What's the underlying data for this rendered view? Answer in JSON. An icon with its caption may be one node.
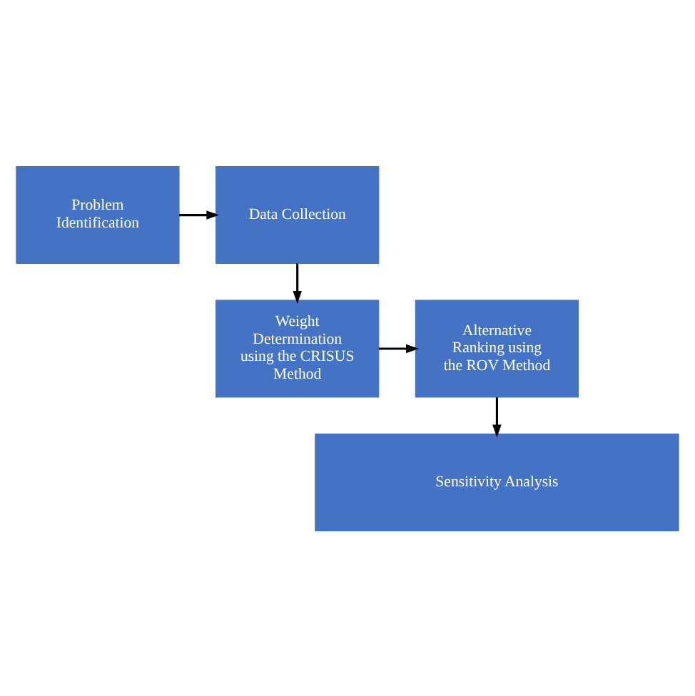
{
  "diagram": {
    "nodes": [
      {
        "text": [
          "Problem Identification"
        ]
      },
      {
        "text": [
          "Data Collection"
        ]
      },
      {
        "text": [
          "Weight Determination using the CRISUS Method"
        ]
      },
      {
        "text": [
          "Alternative Ranking using the ROV Method"
        ]
      },
      {
        "text": [
          "Sensitivity Analysis"
        ]
      }
    ],
    "edges": [
      {
        "from": 0,
        "to": 1,
        "arrow": "to"
      },
      {
        "from": 1,
        "to": 2,
        "arrow": "to"
      },
      {
        "from": 2,
        "to": 3,
        "arrow": "to"
      },
      {
        "from": 3,
        "to": 4,
        "arrow": "to"
      }
    ]
  }
}
